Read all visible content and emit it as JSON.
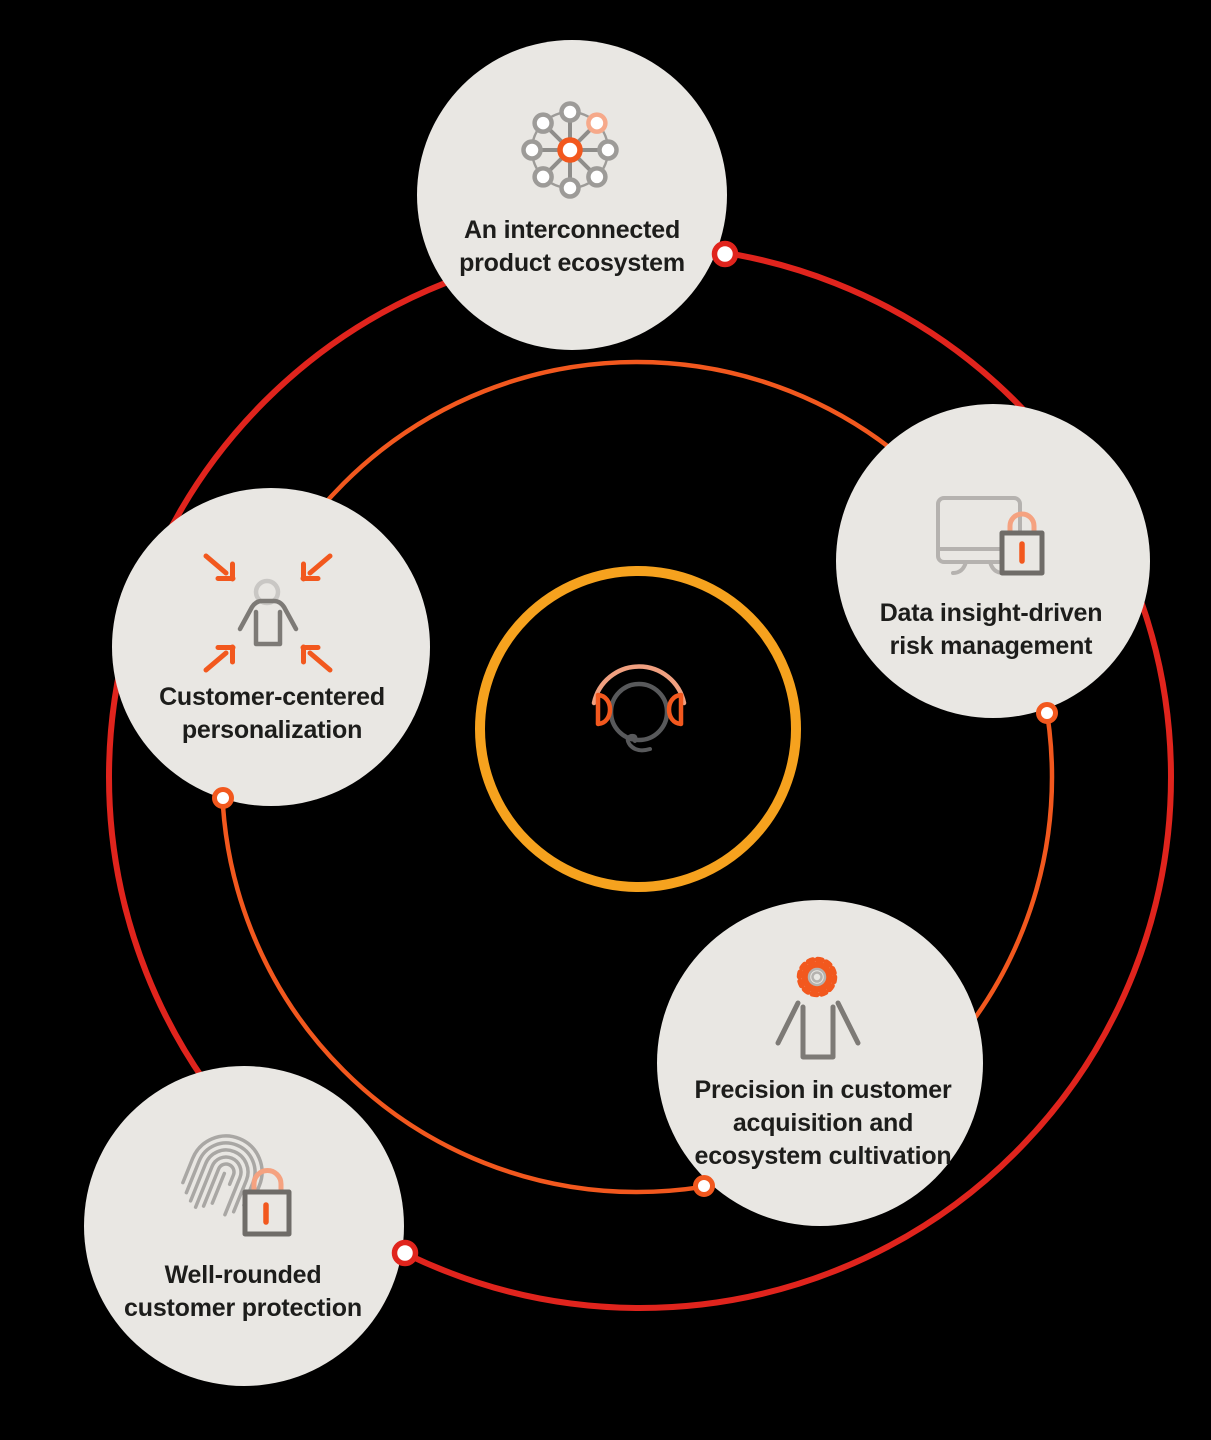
{
  "diagram": {
    "center_node": {
      "icon": "headset-icon",
      "ring": "inner-amber-ring"
    },
    "orbits": [
      {
        "name": "outer-red-orbit",
        "color": "#e0241d"
      },
      {
        "name": "middle-orange-orbit",
        "color": "#f2581e"
      },
      {
        "name": "inner-amber-ring",
        "color": "#f6a21e"
      }
    ],
    "nodes": [
      {
        "id": "interconnected-product-ecosystem",
        "icon": "network-hub-icon",
        "orbit": "outer-red-orbit",
        "lines": [
          "An interconnected",
          "product ecosystem"
        ]
      },
      {
        "id": "data-insight-risk-management",
        "icon": "monitor-lock-icon",
        "orbit": "middle-orange-orbit",
        "lines": [
          "Data insight-driven",
          "risk management"
        ]
      },
      {
        "id": "customer-centered-personalization",
        "icon": "person-focus-arrows-icon",
        "orbit": "middle-orange-orbit",
        "lines": [
          "Customer-centered",
          "personalization"
        ]
      },
      {
        "id": "precision-customer-acquisition",
        "icon": "person-gear-icon",
        "orbit": "middle-orange-orbit",
        "lines": [
          "Precision in customer",
          "acquisition and",
          "ecosystem cultivation"
        ]
      },
      {
        "id": "well-rounded-customer-protection",
        "icon": "fingerprint-lock-icon",
        "orbit": "outer-red-orbit",
        "lines": [
          "Well-rounded",
          "customer protection"
        ]
      }
    ],
    "colors": {
      "background": "#000000",
      "node_circle_fill": "#e9e7e3",
      "red": "#e0241d",
      "orange": "#f2581e",
      "amber": "#f6a21e",
      "peach": "#f5a280",
      "icon_gray": "#9d9b98",
      "icon_dark_gray": "#6f6c68",
      "text": "#1d1d1b"
    }
  }
}
